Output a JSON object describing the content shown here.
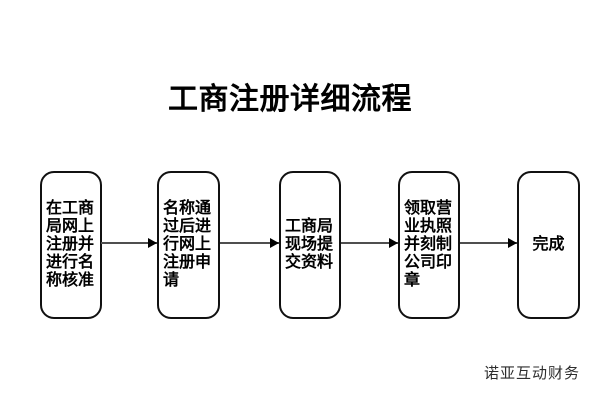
{
  "title": {
    "text": "工商注册详细流程"
  },
  "flow": {
    "steps": [
      {
        "label": "在工商局网上注册并进行名称核准"
      },
      {
        "label": "名称通过后进行网上注册申请"
      },
      {
        "label": "工商局现场提交资料"
      },
      {
        "label": "领取营业执照并刻制公司印章"
      },
      {
        "label": "完成"
      }
    ],
    "connector_color": "#4f4f4f",
    "arrowhead_color": "#000000",
    "box_border_color": "#111111"
  },
  "footer": {
    "brand": "诺亚互动财务"
  },
  "page": {
    "background": "#ffffff"
  }
}
